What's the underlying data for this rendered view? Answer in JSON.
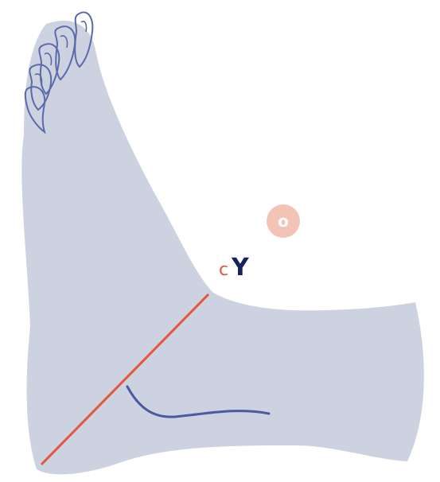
{
  "diagram": {
    "labels": {
      "c": "c",
      "y": "Y",
      "o": "o"
    },
    "colors": {
      "background": "#ffffff",
      "foot_fill": "#cdd2e0",
      "toe_outline": "#5b6aa8",
      "crease": "#4a5aa0",
      "cut_line": "#e2573d",
      "label_c": "#e2573d",
      "label_y": "#16235a",
      "marker_fill": "#f3c3b5",
      "marker_text": "#ffffff"
    }
  }
}
